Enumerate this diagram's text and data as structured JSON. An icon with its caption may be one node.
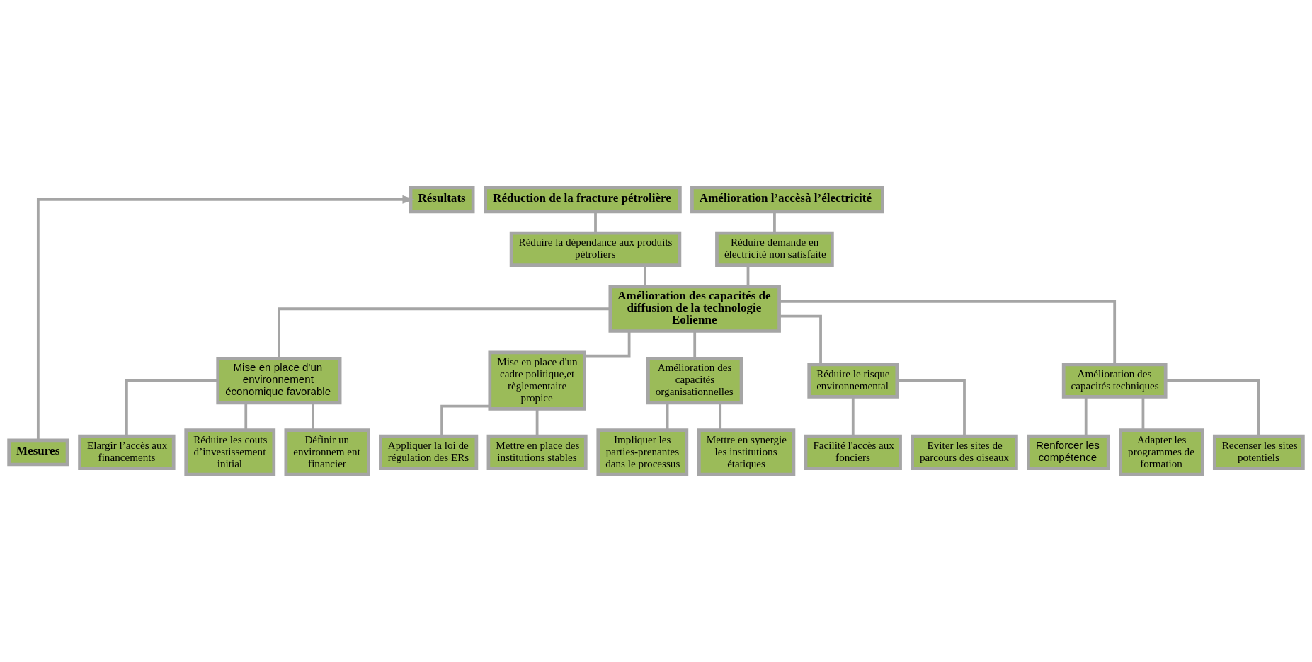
{
  "diagram": {
    "nodes": [
      {
        "text": [
          "Résultats"
        ]
      },
      {
        "text": [
          "Mesures"
        ]
      },
      {
        "text": [
          "Réduction de la fracture pétrolière"
        ]
      },
      {
        "text": [
          "Amélioration l’accèsà l’électricité"
        ]
      },
      {
        "text": [
          "Réduire la dépendance aux produits pétroliers"
        ]
      },
      {
        "text": [
          "Réduire demande en  électricité non satisfaite"
        ]
      },
      {
        "text": [
          "Amélioration des capacités de diffusion de la technologie Eolienne"
        ]
      },
      {
        "text": [
          "Mise en place d'un environnement économique favorable"
        ]
      },
      {
        "text": [
          "Mise en place d'un cadre politique,et règlementaire propice"
        ]
      },
      {
        "text": [
          "Amélioration des capacités organisationnelles"
        ]
      },
      {
        "text": [
          "Réduire le risque environnemental"
        ]
      },
      {
        "text": [
          "Amélioration des capacités techniques"
        ]
      },
      {
        "text": [
          "Elargir l’accès aux financements"
        ]
      },
      {
        "text": [
          "Réduire les couts d’investissement initial"
        ]
      },
      {
        "text": [
          "Définir un environnem ent financier"
        ]
      },
      {
        "text": [
          "Appliquer la loi de régulation des ERs"
        ]
      },
      {
        "text": [
          "Mettre en place des institutions stables"
        ]
      },
      {
        "text": [
          "Impliquer les parties-prenantes dans le processus"
        ]
      },
      {
        "text": [
          "Mettre en synergie les institutions étatiques"
        ]
      },
      {
        "text": [
          "Facilité l'accès aux fonciers"
        ]
      },
      {
        "text": [
          "Eviter les sites de parcours des oiseaux"
        ]
      },
      {
        "text": [
          "Renforcer les compétence"
        ]
      },
      {
        "text": [
          "Adapter les programmes de formation"
        ]
      },
      {
        "text": [
          "Recenser les sites potentiels"
        ]
      }
    ],
    "edges": [
      {
        "from": 1,
        "to": 0,
        "arrow": "to"
      },
      {
        "from": 2,
        "to": 4,
        "arrow": "none"
      },
      {
        "from": 3,
        "to": 5,
        "arrow": "none"
      },
      {
        "from": 4,
        "to": 6,
        "arrow": "none"
      },
      {
        "from": 5,
        "to": 6,
        "arrow": "none"
      },
      {
        "from": 6,
        "to": 7,
        "arrow": "none"
      },
      {
        "from": 6,
        "to": 8,
        "arrow": "none"
      },
      {
        "from": 6,
        "to": 9,
        "arrow": "none"
      },
      {
        "from": 6,
        "to": 10,
        "arrow": "none"
      },
      {
        "from": 6,
        "to": 11,
        "arrow": "none"
      },
      {
        "from": 7,
        "to": 12,
        "arrow": "none"
      },
      {
        "from": 7,
        "to": 13,
        "arrow": "none"
      },
      {
        "from": 7,
        "to": 14,
        "arrow": "none"
      },
      {
        "from": 8,
        "to": 15,
        "arrow": "none"
      },
      {
        "from": 8,
        "to": 16,
        "arrow": "none"
      },
      {
        "from": 9,
        "to": 17,
        "arrow": "none"
      },
      {
        "from": 9,
        "to": 18,
        "arrow": "none"
      },
      {
        "from": 10,
        "to": 19,
        "arrow": "none"
      },
      {
        "from": 10,
        "to": 20,
        "arrow": "none"
      },
      {
        "from": 11,
        "to": 21,
        "arrow": "none"
      },
      {
        "from": 11,
        "to": 22,
        "arrow": "none"
      },
      {
        "from": 11,
        "to": 23,
        "arrow": "none"
      }
    ]
  }
}
